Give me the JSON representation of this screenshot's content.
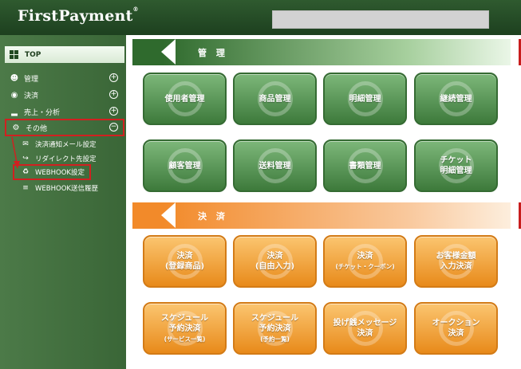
{
  "header": {
    "logo": "FirstPayment",
    "logo_mark": "®"
  },
  "sidebar": {
    "top_label": "TOP",
    "items": [
      {
        "label": "管理",
        "icon": "user-icon",
        "toggle": "+"
      },
      {
        "label": "決済",
        "icon": "yen-icon",
        "toggle": "+"
      },
      {
        "label": "売上・分析",
        "icon": "chart-icon",
        "toggle": "+"
      },
      {
        "label": "その他",
        "icon": "gear-icon",
        "toggle": "−"
      }
    ],
    "sub_items": [
      {
        "label": "決済通知メール設定",
        "icon": "mail-icon"
      },
      {
        "label": "リダイレクト先設定",
        "icon": "redirect-icon"
      },
      {
        "label": "WEBHOOK設定",
        "icon": "webhook-icon"
      },
      {
        "label": "WEBHOOK送信履歴",
        "icon": "list-icon"
      }
    ]
  },
  "sections": {
    "management": {
      "title": "管 理",
      "tiles": [
        "使用者管理",
        "商品管理",
        "明細管理",
        "継続管理",
        "顧客管理",
        "送料管理",
        "書類管理",
        "チケット\n明細管理"
      ]
    },
    "payment": {
      "title": "決 済",
      "tiles": [
        "決済\n(登録商品)",
        "決済\n(自由入力)",
        "決済",
        "お客様金額\n入力決済",
        "スケジュール\n予約決済",
        "スケジュール\n予約決済",
        "投げ銭メッセージ\n決済",
        "オークション\n決済"
      ],
      "tile_subs": [
        "",
        "",
        "(チケット・クーポン)",
        "",
        "(サービス一覧)",
        "(予約一覧)",
        "",
        ""
      ]
    }
  },
  "colors": {
    "header": "#1d401f",
    "sidebar": "#4c7a48",
    "green_tile": "#4a8a47",
    "orange_tile": "#f0a036",
    "highlight": "#d12020"
  }
}
